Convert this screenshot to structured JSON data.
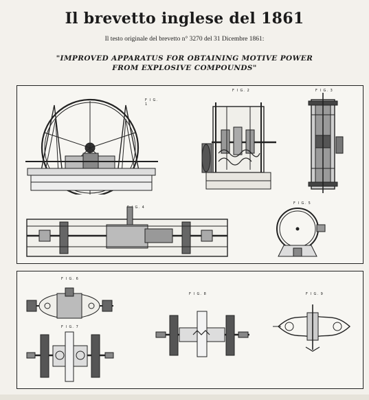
{
  "page": {
    "title": "Il brevetto inglese del 1861",
    "subtitle": "Il testo originale del brevetto n° 3270 del 31 Dicembre 1861:",
    "patent_line1": "\"IMPROVED APPARATUS FOR OBTAINING MOTIVE POWER",
    "patent_line2": "FROM EXPLOSIVE COMPOUNDS\""
  },
  "plate1": {
    "figures": [
      {
        "label": "F I G. 1",
        "name": "engine-elevation"
      },
      {
        "label": "F I G. 2",
        "name": "engine-end-view"
      },
      {
        "label": "F I G. 3",
        "name": "cylinder-section"
      },
      {
        "label": "F I G. 4",
        "name": "engine-plan"
      },
      {
        "label": "F I G. 5",
        "name": "flywheel-housing"
      }
    ]
  },
  "plate2": {
    "figures": [
      {
        "label": "F I G. 6",
        "name": "valve-detail"
      },
      {
        "label": "F I G. 7",
        "name": "crank-detail"
      },
      {
        "label": "F I G. 8",
        "name": "shaft-coupling"
      },
      {
        "label": "F I G. 9",
        "name": "lever-detail"
      }
    ]
  }
}
